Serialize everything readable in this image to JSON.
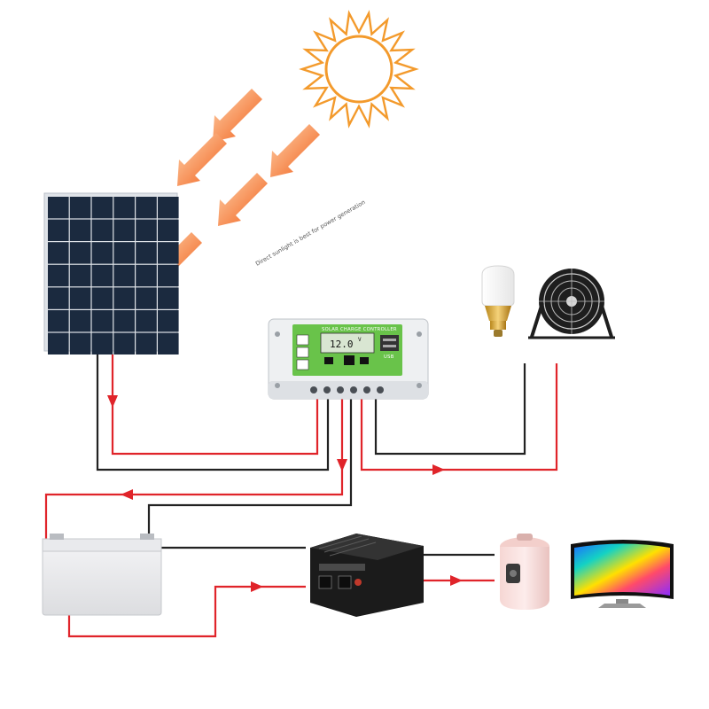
{
  "colors": {
    "sun": "#f39a2c",
    "arrow_light": "#ffcfa0",
    "arrow_dark": "#f05a14",
    "wire_red": "#e0242a",
    "wire_black": "#222222",
    "panel_cell": "#1b2a3f",
    "controller_green": "#69c34a",
    "background": "#ffffff"
  },
  "annotation": {
    "sunlight_note": "Direct sunlight is best for power generation"
  },
  "controller": {
    "title": "SOLAR CHARGE CONTROLLER",
    "display": "12.0",
    "unit": "V",
    "usb_label": "USB"
  },
  "icons": [
    "sun-icon",
    "solar-panel-icon",
    "charge-controller-icon",
    "light-bulb-icon",
    "desk-fan-icon",
    "battery-icon",
    "power-inverter-icon",
    "rice-cooker-icon",
    "television-icon"
  ]
}
